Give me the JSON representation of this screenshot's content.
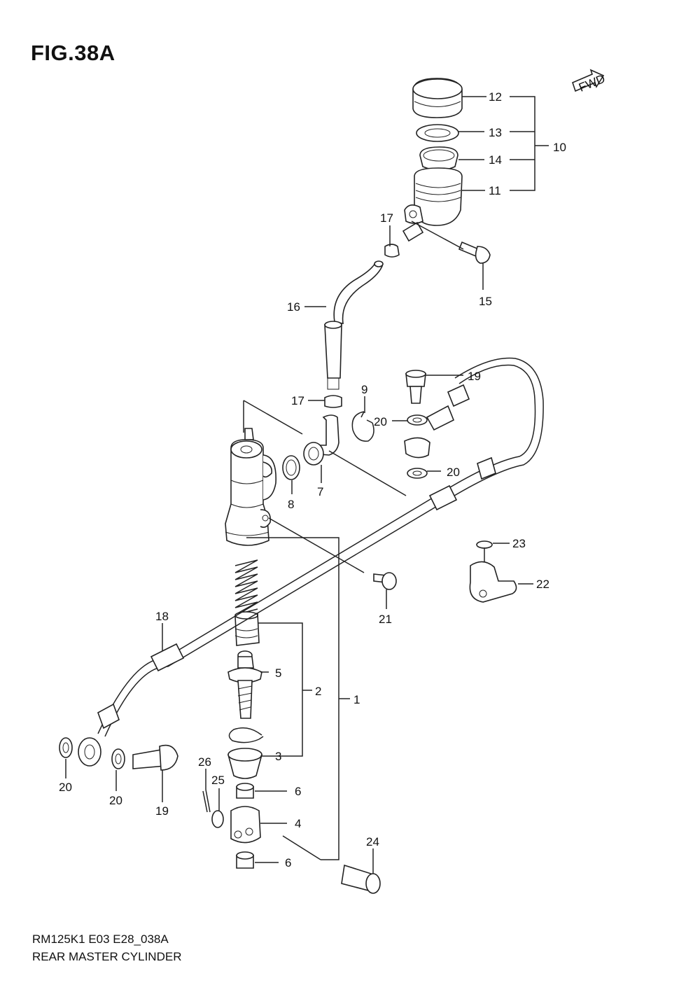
{
  "header": {
    "figure_title": "FIG.38A"
  },
  "footer": {
    "model_code": "RM125K1 E03 E28_038A",
    "description": "REAR MASTER CYLINDER"
  },
  "fwd_badge": {
    "label": "FWD"
  },
  "callouts": [
    {
      "id": "c12",
      "text": "12"
    },
    {
      "id": "c13",
      "text": "13"
    },
    {
      "id": "c14",
      "text": "14"
    },
    {
      "id": "c11",
      "text": "11"
    },
    {
      "id": "c10",
      "text": "10"
    },
    {
      "id": "c17a",
      "text": "17"
    },
    {
      "id": "c15",
      "text": "15"
    },
    {
      "id": "c16",
      "text": "16"
    },
    {
      "id": "c19a",
      "text": "19"
    },
    {
      "id": "c9",
      "text": "9"
    },
    {
      "id": "c17b",
      "text": "17"
    },
    {
      "id": "c20a",
      "text": "20"
    },
    {
      "id": "c20b",
      "text": "20"
    },
    {
      "id": "c8",
      "text": "8"
    },
    {
      "id": "c7",
      "text": "7"
    },
    {
      "id": "c23",
      "text": "23"
    },
    {
      "id": "c22",
      "text": "22"
    },
    {
      "id": "c21",
      "text": "21"
    },
    {
      "id": "c18",
      "text": "18"
    },
    {
      "id": "c5",
      "text": "5"
    },
    {
      "id": "c2",
      "text": "2"
    },
    {
      "id": "c1",
      "text": "1"
    },
    {
      "id": "c3",
      "text": "3"
    },
    {
      "id": "c26",
      "text": "26"
    },
    {
      "id": "c25",
      "text": "25"
    },
    {
      "id": "c6a",
      "text": "6"
    },
    {
      "id": "c4",
      "text": "4"
    },
    {
      "id": "c6b",
      "text": "6"
    },
    {
      "id": "c24",
      "text": "24"
    },
    {
      "id": "c20c",
      "text": "20"
    },
    {
      "id": "c20d",
      "text": "20"
    },
    {
      "id": "c19b",
      "text": "19"
    }
  ]
}
